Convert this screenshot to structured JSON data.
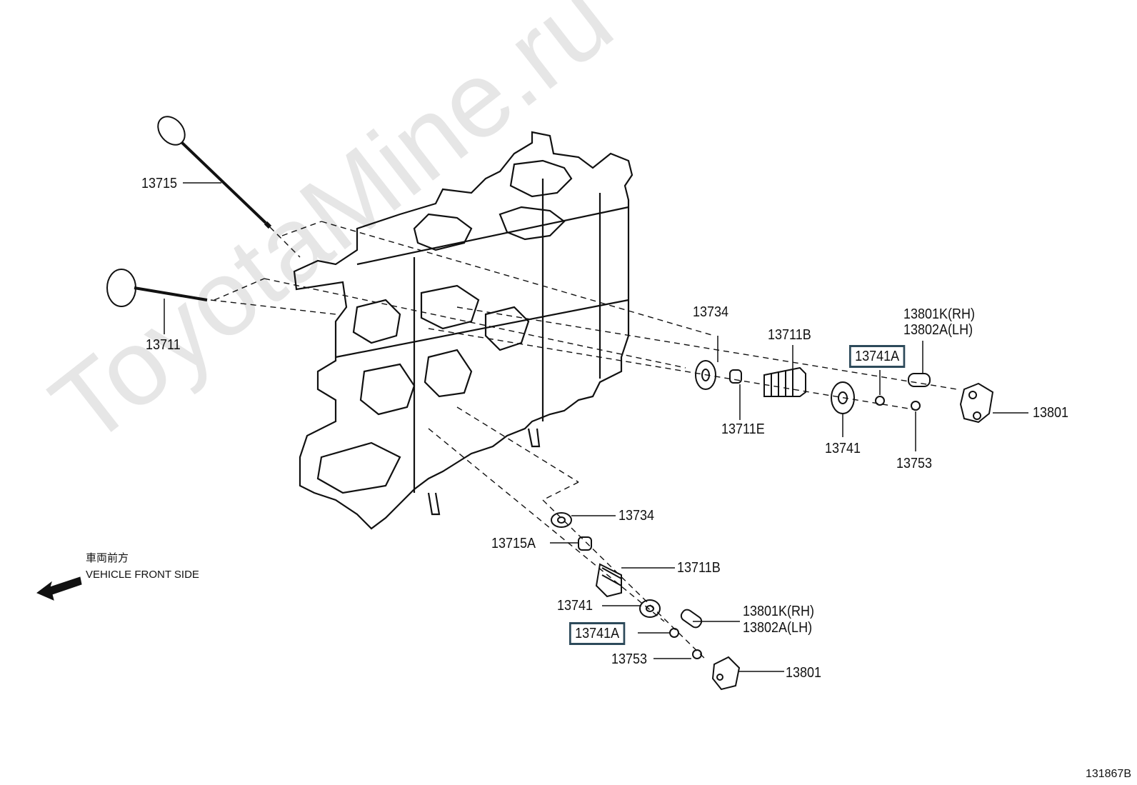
{
  "watermark": "ToyotaMine.ru",
  "labels": {
    "l13715": "13715",
    "l13711": "13711",
    "l13734_top": "13734",
    "l13711B_top": "13711B",
    "l13801K_top": "13801K(RH)",
    "l13802A_top": "13802A(LH)",
    "l13741A_top": "13741A",
    "l13801_top": "13801",
    "l13711E": "13711E",
    "l13741_top": "13741",
    "l13753_top": "13753",
    "l13734_bot": "13734",
    "l13715A": "13715A",
    "l13711B_bot": "13711B",
    "l13741_bot": "13741",
    "l13801K_bot": "13801K(RH)",
    "l13802A_bot": "13802A(LH)",
    "l13741A_bot": "13741A",
    "l13753_bot": "13753",
    "l13801_bot": "13801"
  },
  "front_note": {
    "jp": "車両前方",
    "en": "VEHICLE FRONT SIDE"
  },
  "diagram_code": "131867B"
}
